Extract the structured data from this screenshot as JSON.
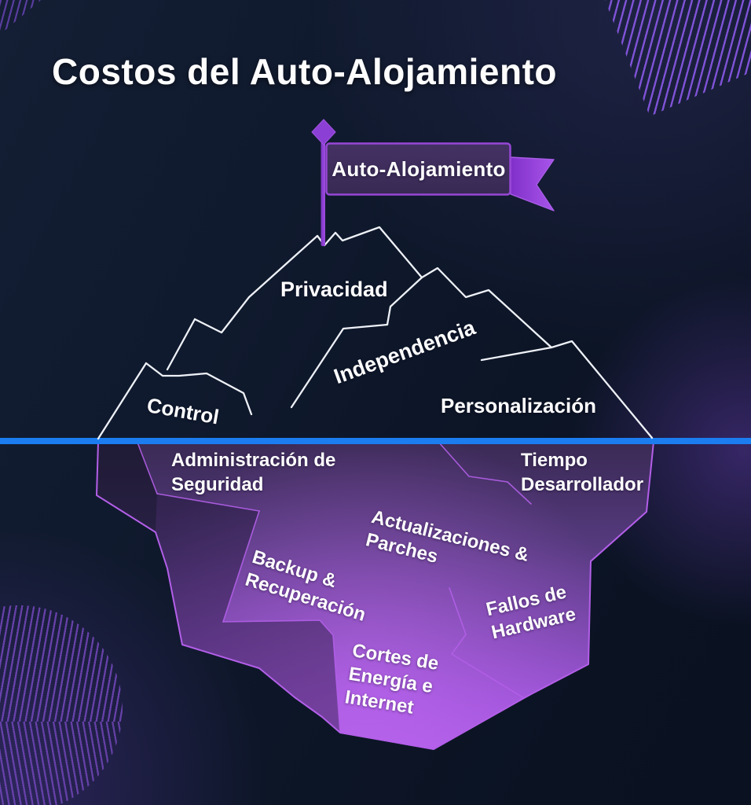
{
  "title": "Costos del Auto-Alojamiento",
  "flag": {
    "label": "Auto-Alojamiento"
  },
  "mountain_labels": {
    "privacidad": "Privacidad",
    "independencia": "Independencia",
    "control": "Control",
    "personalizacion": "Personalización"
  },
  "iceberg_labels": {
    "admin": {
      "line1": "Administración de",
      "line2": "Seguridad"
    },
    "tiempo": {
      "line1": "Tiempo",
      "line2": "Desarrollador"
    },
    "updates": {
      "line1": "Actualizaciones &",
      "line2": "Parches"
    },
    "backup": {
      "line1": "Backup &",
      "line2": "Recuperación"
    },
    "hardware": {
      "line1": "Fallos de",
      "line2": "Hardware"
    },
    "power": {
      "line1": "Cortes de",
      "line2": "Energía e",
      "line3": "Internet"
    }
  },
  "colors": {
    "background": "#0d1524",
    "water_line": "#1b7df0",
    "mountain_line": "#eef1f7",
    "accent_purple": "#9747d6",
    "iceberg_bright": "#a757e2",
    "stripe_purple": "#8055de"
  }
}
